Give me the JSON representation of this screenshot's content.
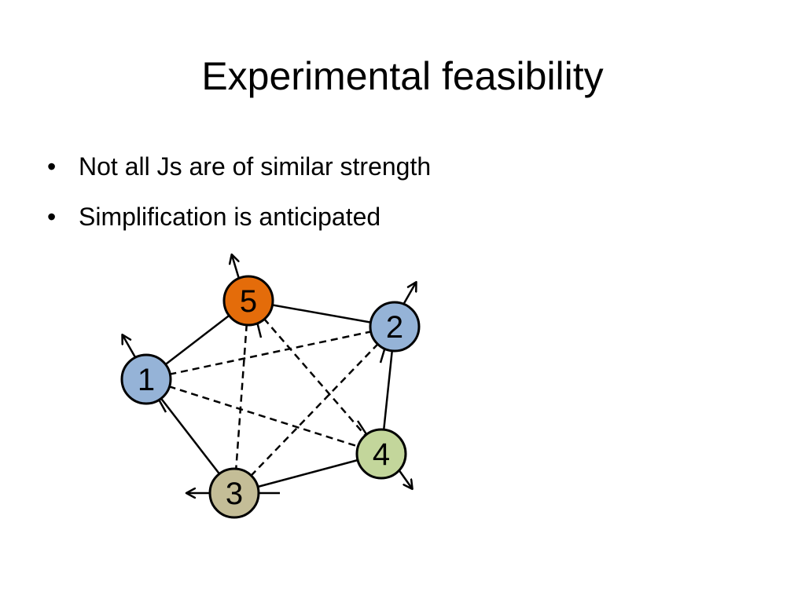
{
  "slide": {
    "title": "Experimental feasibility",
    "bullets": [
      "Not all Js are of similar strength",
      "Simplification is anticipated"
    ]
  },
  "diagram": {
    "nodes": [
      {
        "label": "1",
        "color": "#95b3d7"
      },
      {
        "label": "2",
        "color": "#95b3d7"
      },
      {
        "label": "3",
        "color": "#c4bd97"
      },
      {
        "label": "4",
        "color": "#c3d69b"
      },
      {
        "label": "5",
        "color": "#e46c0a"
      }
    ],
    "solid_edges": [
      [
        "1",
        "5"
      ],
      [
        "5",
        "2"
      ],
      [
        "2",
        "4"
      ],
      [
        "4",
        "3"
      ],
      [
        "3",
        "1"
      ]
    ],
    "dashed_edges": [
      [
        "1",
        "2"
      ],
      [
        "1",
        "4"
      ],
      [
        "5",
        "3"
      ],
      [
        "5",
        "4"
      ],
      [
        "2",
        "3"
      ]
    ],
    "edge_color": "#000000"
  }
}
